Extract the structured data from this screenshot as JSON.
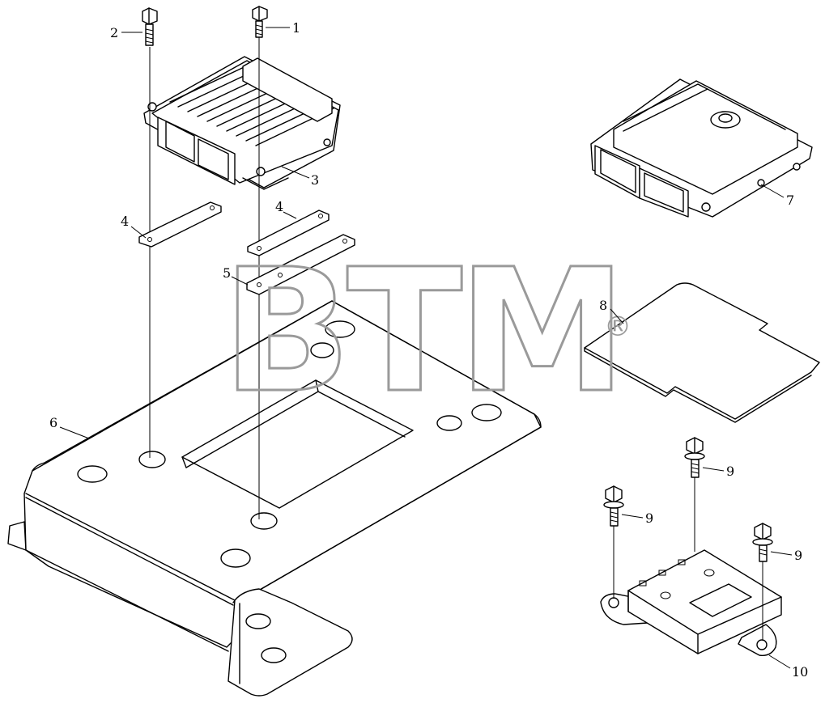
{
  "watermark": {
    "text": "BTM",
    "mark": "®"
  },
  "callouts": [
    "1",
    "2",
    "3",
    "4",
    "4",
    "5",
    "6",
    "7",
    "8",
    "9",
    "9",
    "9",
    "10"
  ]
}
